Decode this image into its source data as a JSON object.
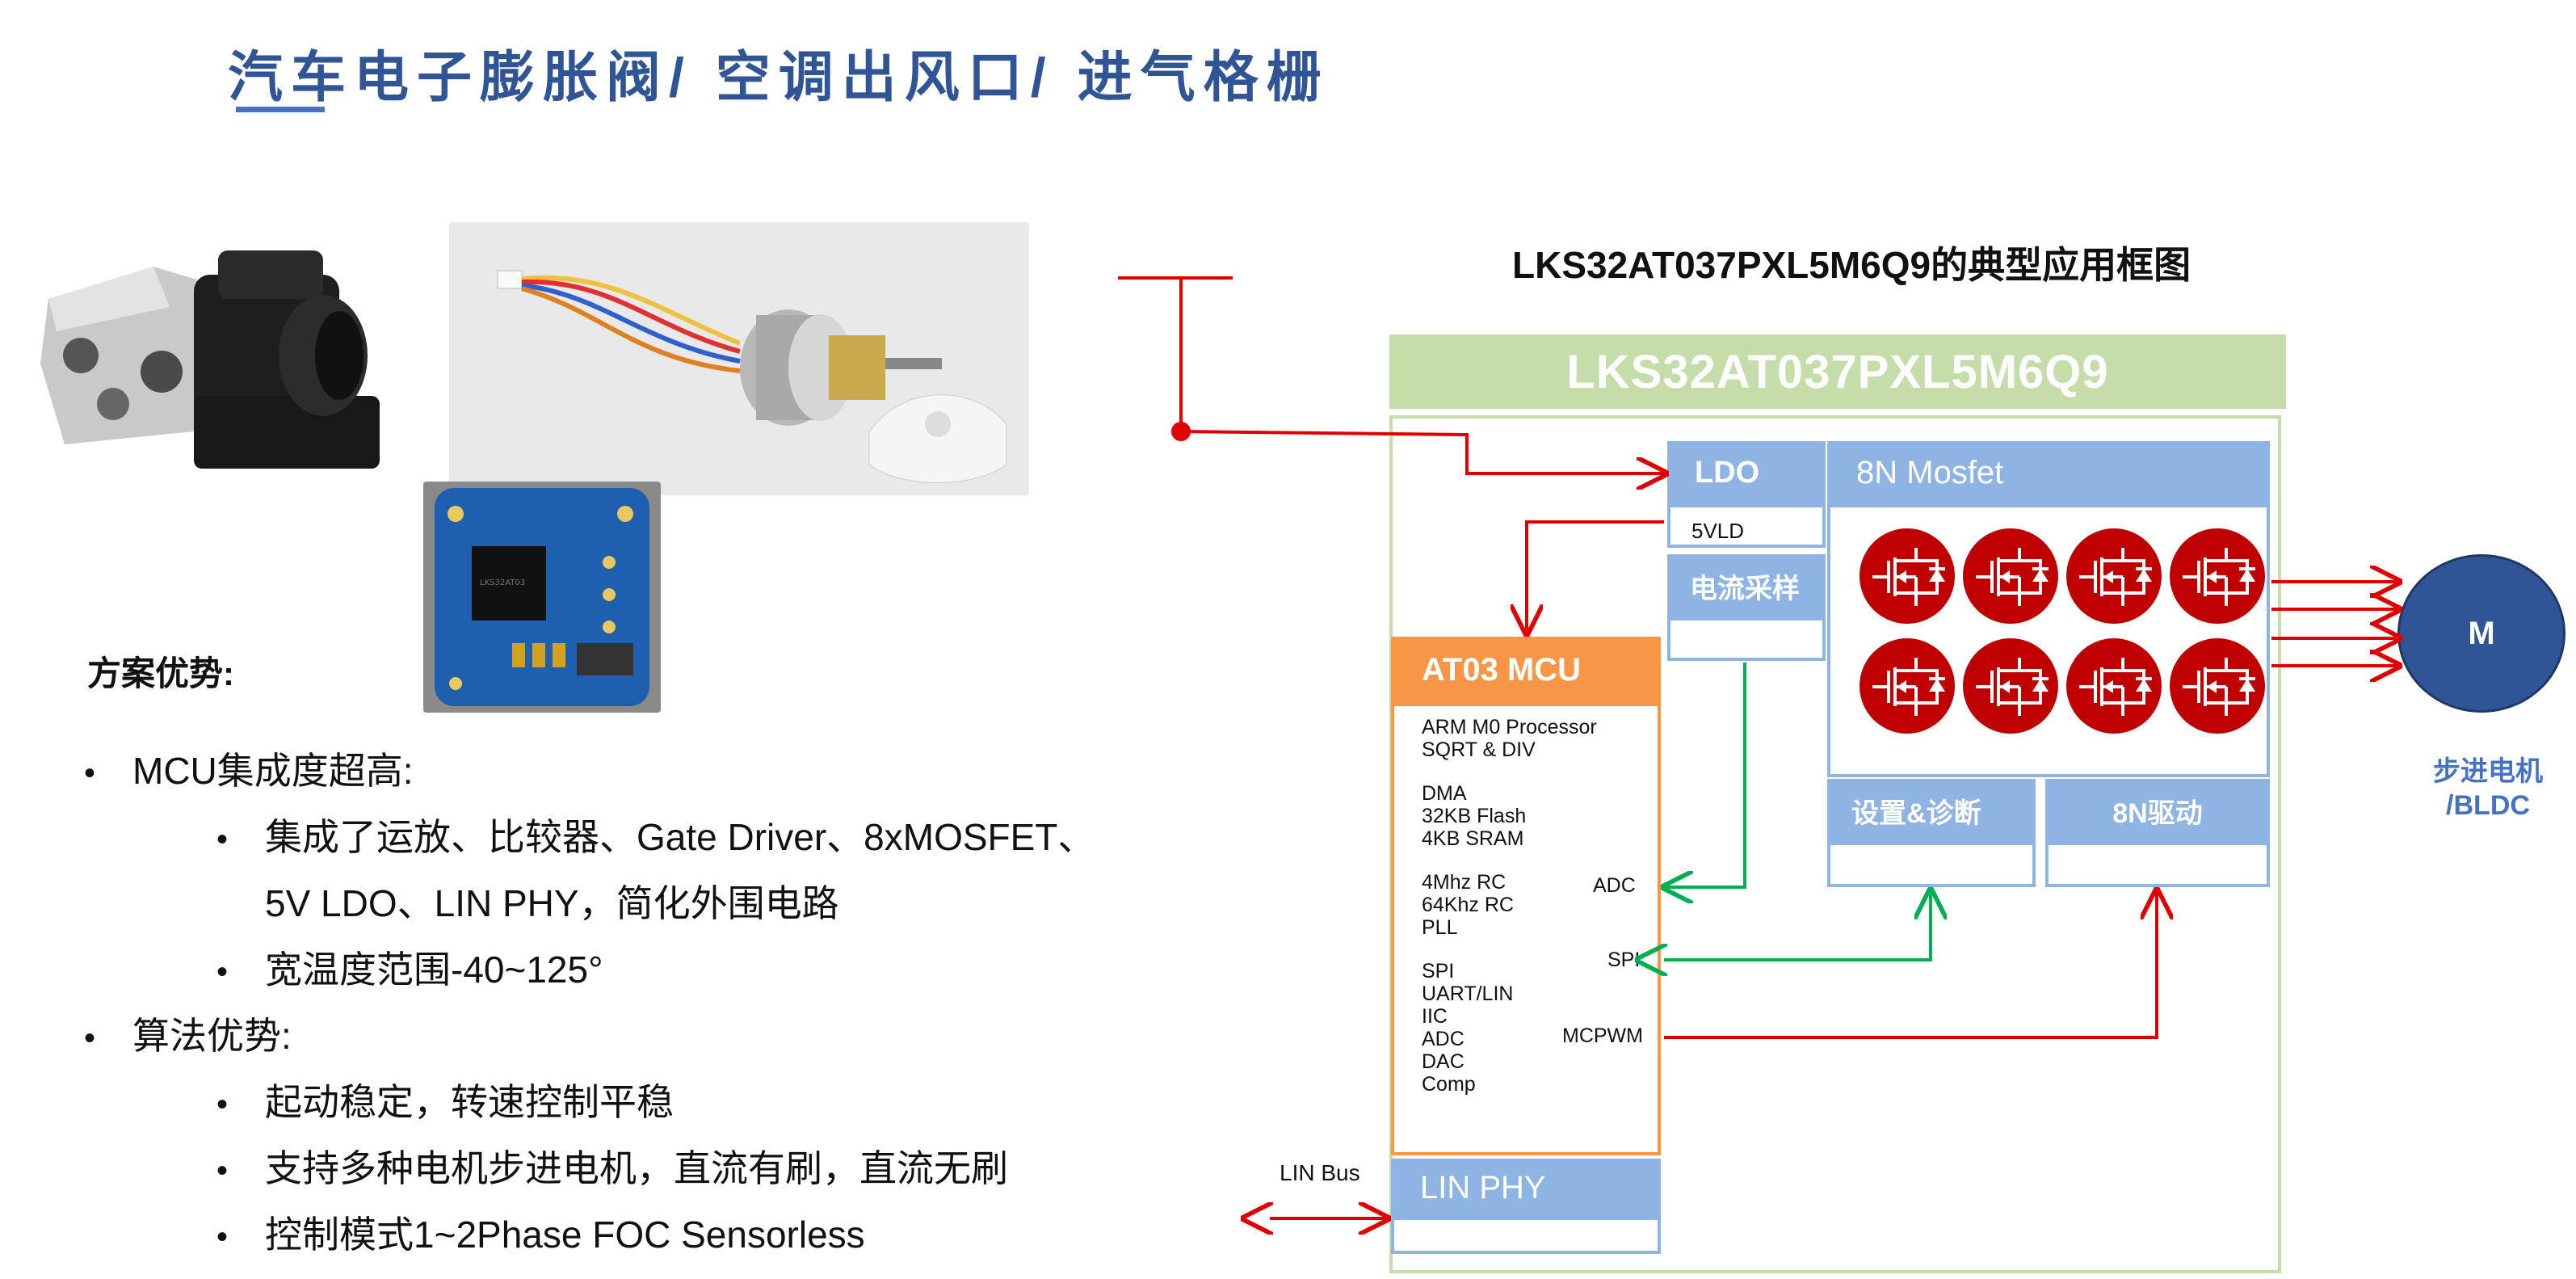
{
  "page": {
    "title": "汽车电子膨胀阀/ 空调出风口/ 进气格栅"
  },
  "photos": [
    {
      "name": "expansion-valve-photo"
    },
    {
      "name": "stepper-motor-photo"
    },
    {
      "name": "pcb-board-photo",
      "silkscreen_chip": "LKS32AT03"
    }
  ],
  "advantages": {
    "heading": "方案优势:",
    "items": [
      {
        "level": 1,
        "text": "MCU集成度超高:"
      },
      {
        "level": 2,
        "text": "集成了运放、比较器、Gate Driver、8xMOSFET、"
      },
      {
        "level": 2,
        "text": "5V LDO、LIN PHY，简化外围电路",
        "continuation": true
      },
      {
        "level": 2,
        "text": "宽温度范围-40~125°"
      },
      {
        "level": 1,
        "text": "算法优势:"
      },
      {
        "level": 2,
        "text": "起动稳定，转速控制平稳"
      },
      {
        "level": 2,
        "text": "支持多种电机步进电机，直流有刷，直流无刷"
      },
      {
        "level": 2,
        "text": "控制模式1~2Phase FOC Sensorless"
      }
    ]
  },
  "diagram": {
    "title": "LKS32AT037PXL5M6Q9的典型应用框图",
    "chip_name": "LKS32AT037PXL5M6Q9",
    "ldo": {
      "label": "LDO",
      "output": "5VLD"
    },
    "mosfet": {
      "label": "8N Mosfet",
      "count": 8
    },
    "current_sense": {
      "label": "电流采样"
    },
    "mcu": {
      "label": "AT03 MCU",
      "features": [
        "ARM M0 Processor\nSQRT & DIV",
        "DMA\n32KB Flash\n4KB SRAM",
        "4Mhz RC\n64Khz RC\nPLL",
        "SPI\nUART/LIN\nIIC\nADC\nDAC\nComp"
      ],
      "ports": {
        "adc": "ADC",
        "spi": "SPI",
        "mcpwm": "MCPWM"
      }
    },
    "setup_diag": {
      "label": "设置&诊断"
    },
    "driver": {
      "label": "8N驱动"
    },
    "lin_phy": {
      "label": "LIN PHY"
    },
    "lin_bus": "LIN Bus",
    "motor": {
      "symbol": "M",
      "label_line1": "步进电机",
      "label_line2": "/BLDC"
    },
    "colors": {
      "power_line": "#E00000",
      "signal_line": "#00B050",
      "block_blue": "#8EB4E3",
      "mcu_orange": "#F79646",
      "chip_green": "#C5DDA8",
      "motor_blue": "#2F5597"
    }
  }
}
